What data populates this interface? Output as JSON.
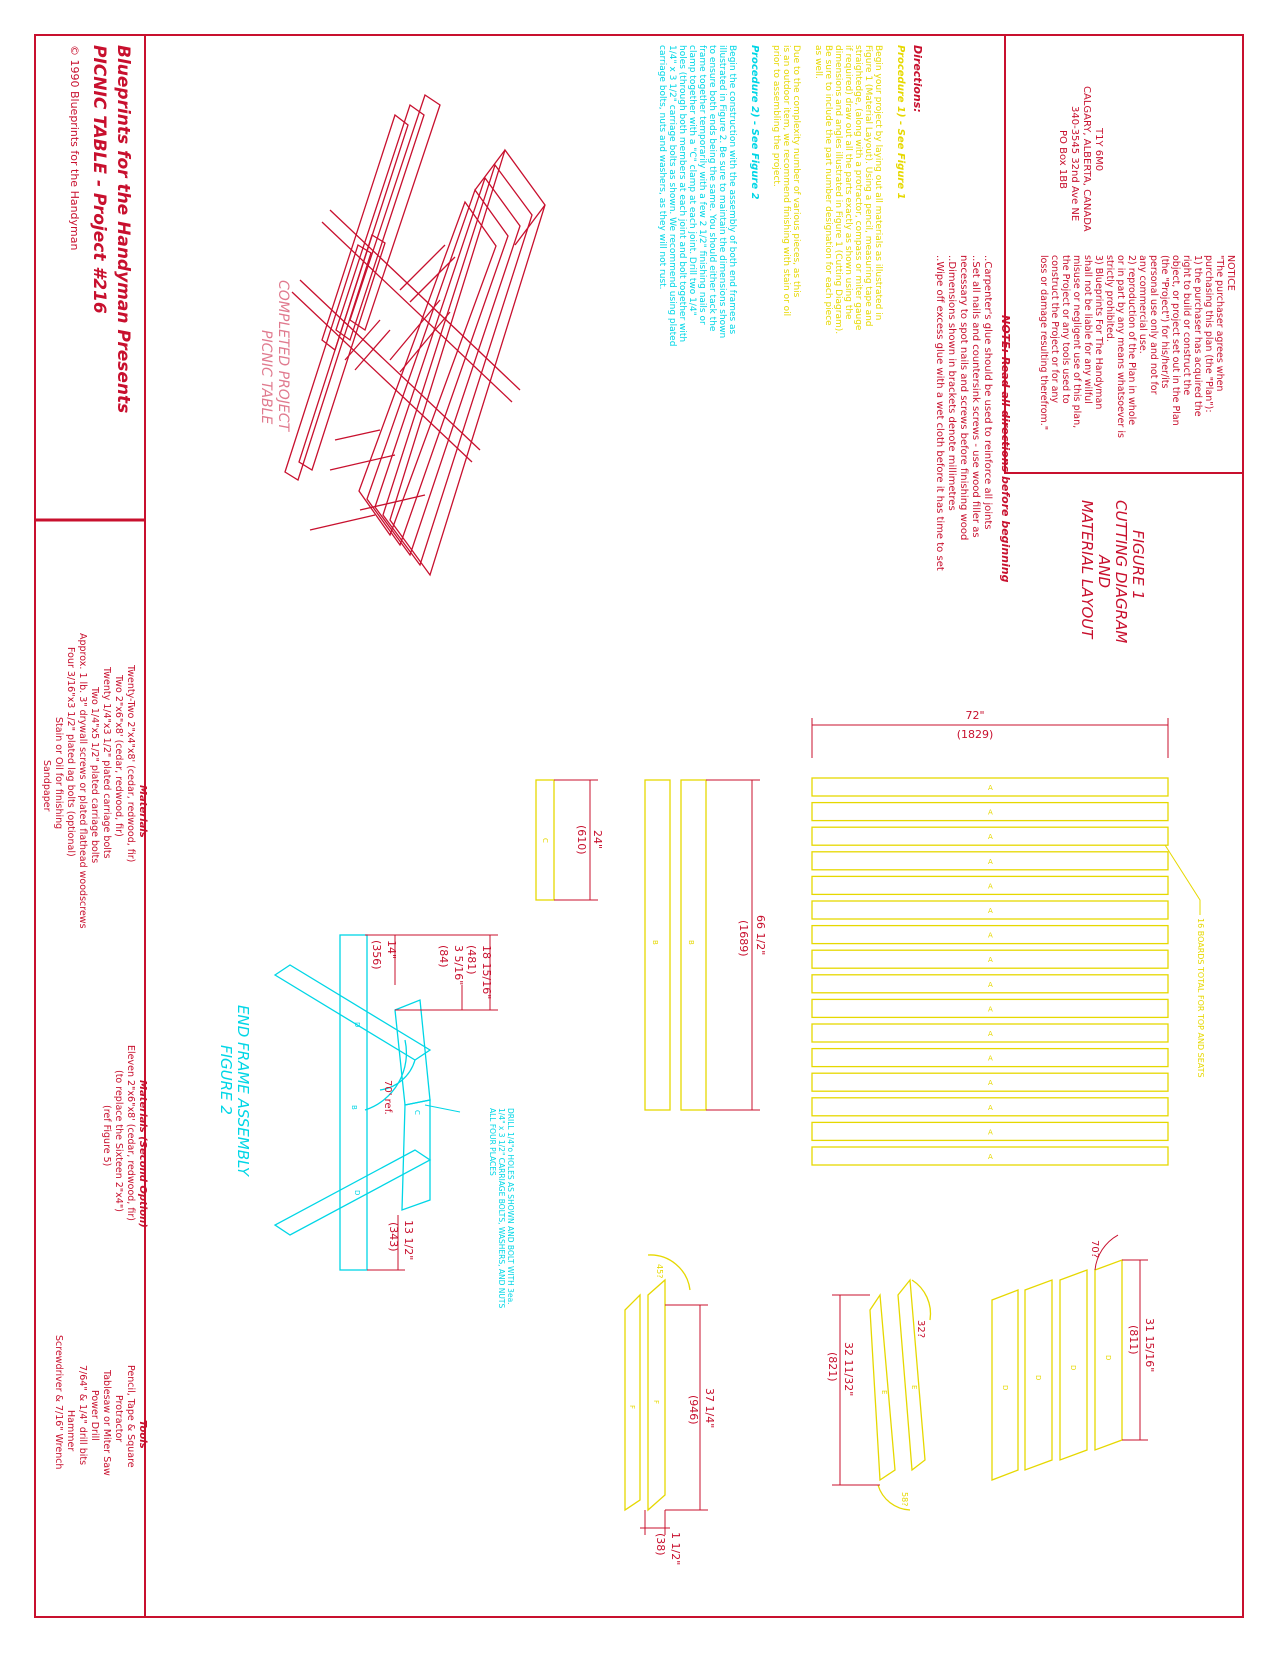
{
  "colors": {
    "border": "#c8102e",
    "text_red": "#c8102e",
    "yellow": "#e6d800",
    "cyan": "#00d6e6",
    "pink": "#e07a8e"
  },
  "title_block": {
    "line1": "Blueprints for the Handyman Presents",
    "line2": "PICNIC TABLE - Project #216",
    "copyright": "© 1990 Blueprints for the Handyman"
  },
  "address": [
    "PO Box 1BB",
    "340-3545 32nd Ave NE",
    "CALGARY, ALBERTA, CANADA",
    "T1Y 6M0"
  ],
  "notice": [
    "NOTICE",
    "\"The purchaser agrees when",
    "purchasing this plan (the \"Plan\"):",
    "1) the purchaser has acquired the",
    "right to build or construct the",
    "object, or project set out in the Plan",
    "(the \"Project\") for his/her/its",
    "personal use only and not for",
    "any commercial use.",
    "2) reproduction of the Plan in whole",
    "or in part by any means whatsoever is",
    "strictly prohibited.",
    "3) Blueprints For The Handyman",
    "shall not be liable for any wilful",
    "misuse or negligent use of this plan,",
    "the Project or any tools used to",
    "construct the Project or for any",
    "loss or damage resulting therefrom.\""
  ],
  "directions": {
    "note": "NOTE: Read all directions before beginning",
    "heading": "Directions:",
    "items": [
      "..Carpenter's glue should be used to reinforce all joints",
      "..Set all nails and countersink screws - use wood filler as",
      "   necessary to spot nails and screws before finishing wood",
      "..Dimensions shown in brackets denote millimetres",
      "..Wipe off excess glue with a wet cloth before it has time to set"
    ]
  },
  "procedure1": {
    "heading": "Procedure 1) - See Figure 1",
    "lines": [
      "Begin your project by laying out all materials as illustrated in",
      "Figure 1 (Material Layout). Using a pencil, measuring tape and",
      "straightedge, (along with a protractor, compass or miter gauge",
      "if required) draw out all the parts exactly as shown using the",
      "dimensions and angles illustrated in Figure 1 (Cutting Diagram).",
      "Be sure to include the part number designation for each piece",
      "as well."
    ],
    "note_lines": [
      "Due to the complexity number of various pieces, as this",
      "is an outdoor item, we recommend finishing with stain or oil",
      "prior to assembling the project."
    ]
  },
  "procedure2": {
    "heading": "Procedure 2) - See Figure 2",
    "lines": [
      "Begin the construction with the assembly of both end frames as",
      "illustrated in Figure 2. Be sure to maintain the dimensions shown",
      "to ensure both ends being the same. You should either tack the",
      "frame together temporarily with a few 2 1/2\" finishing nails or",
      "clamp together with a \"C\" clamp at each joint. Drill two 1/4\"",
      "holes (through both members at each joint and bolt together with",
      "1/4\" x 3 1/2\" carriage bolts as shown. We recommend using plated",
      "carriage bolts, nuts and washers, as they will not rust."
    ]
  },
  "completed": {
    "line1": "PICNIC TABLE",
    "line2": "COMPLETED PROJECT"
  },
  "figure1": {
    "title": [
      "MATERIAL LAYOUT",
      "AND",
      "CUTTING DIAGRAM",
      "FIGURE 1"
    ],
    "dim_72": "72\"",
    "dim_72_mm": "(1829)",
    "boards_note": "16 BOARDS TOTAL FOR TOP AND SEATS",
    "dim_66": "66 1/2\"",
    "dim_66_mm": "(1689)",
    "dim_24": "24\"",
    "dim_24_mm": "(610)",
    "dim_31": "31 15/16\"",
    "dim_31_mm": "(811)",
    "dim_32": "32 11/32\"",
    "dim_32_mm": "(821)",
    "dim_37": "37 1/4\"",
    "dim_37_mm": "(946)",
    "dim_15": "1 1/2\"",
    "dim_15_mm": "(38)",
    "angle_70": "70?",
    "angle_32": "32?",
    "angle_58": "58?",
    "angle_45": "45?"
  },
  "figure2": {
    "title": [
      "END FRAME ASSEMBLY",
      "FIGURE 2"
    ],
    "drill_note": [
      "DRILL 1/4\"o HOLES AS SHOWN AND BOLT WITH 3ea.",
      "1/4\" x 3 1/2\" CARRIAGE BOLTS, WASHERS, AND NUTS",
      "ALL FOUR PLACES"
    ],
    "dim_18": "18 15/16\"",
    "dim_18_mm": "(481)",
    "dim_3": "3 5/16\"",
    "dim_3_mm": "(84)",
    "dim_14": "14\"",
    "dim_14_mm": "(356)",
    "dim_13": "13 1/2\"",
    "dim_13_mm": "(343)",
    "angle_ref": "70' ref."
  },
  "materials": {
    "heading": "Materials",
    "items": [
      "Twenty-Two 2\"x4\"x8' (cedar, redwood, fir)",
      "Two 2\"x6\"x8' (cedar, redwood, fir)",
      "Twenty 1/4\"x3 1/2\" plated carriage bolts",
      "Two 1/4\"x5 1/2\" plated carriage bolts",
      "Approx. 1 lb. 3\" drywall screws or plated flathead woodscrews",
      "Four 3/16\"x3 1/2\" plated lag bolts (optional)",
      "Stain or Oil for finishing",
      "Sandpaper"
    ]
  },
  "materials2": {
    "heading": "Materials (Second Option)",
    "items": [
      "Eleven 2\"x6\"x8' (cedar, redwood, fir)",
      "(to replace the Sixteen 2\"x4\")",
      "(ref Figure 5)"
    ]
  },
  "tools": {
    "heading": "Tools",
    "items": [
      "Pencil, Tape & Square",
      "Protractor",
      "Tablesaw or Miter Saw",
      "Power Drill",
      "7/64\" & 1/4\" drill bits",
      "Hammer",
      "Screwdriver & 7/16\" Wrench"
    ]
  },
  "part_labels": {
    "a": "A",
    "b": "B",
    "c": "C",
    "d": "D",
    "e": "E",
    "f": "F"
  }
}
